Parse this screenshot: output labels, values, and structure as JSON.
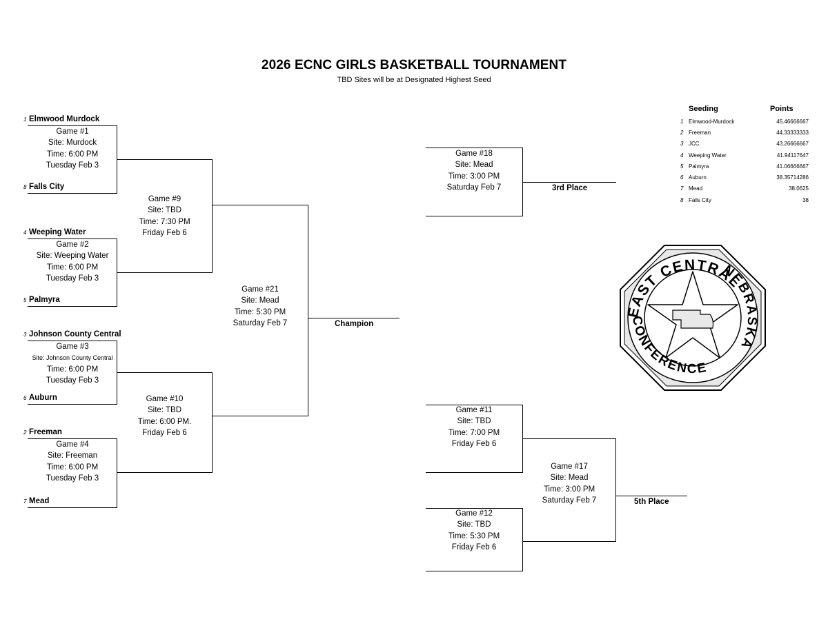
{
  "header": {
    "title": "2026 ECNC GIRLS BASKETBALL TOURNAMENT",
    "subtitle": "TBD Sites will be at Designated Highest Seed"
  },
  "teams": [
    {
      "seed": "1",
      "name": "Elmwood Murdock"
    },
    {
      "seed": "8",
      "name": "Falls City"
    },
    {
      "seed": "4",
      "name": "Weeping Water"
    },
    {
      "seed": "5",
      "name": "Palmyra"
    },
    {
      "seed": "3",
      "name": "Johnson County Central"
    },
    {
      "seed": "6",
      "name": "Auburn"
    },
    {
      "seed": "2",
      "name": "Freeman"
    },
    {
      "seed": "7",
      "name": "Mead"
    }
  ],
  "games": {
    "g1": {
      "name": "Game #1",
      "site": "Site: Murdock",
      "time": "Time: 6:00 PM",
      "day": "Tuesday Feb 3"
    },
    "g2": {
      "name": "Game #2",
      "site": "Site: Weeping Water",
      "time": "Time: 6:00 PM",
      "day": "Tuesday Feb 3"
    },
    "g3": {
      "name": "Game #3",
      "site": "Site: Johnson County Central",
      "time": "Time: 6:00 PM",
      "day": "Tuesday Feb 3"
    },
    "g4": {
      "name": "Game #4",
      "site": "Site: Freeman",
      "time": "Time: 6:00 PM",
      "day": "Tuesday Feb 3"
    },
    "g9": {
      "name": "Game #9",
      "site": "Site: TBD",
      "time": "Time: 7:30 PM",
      "day": "Friday Feb 6"
    },
    "g10": {
      "name": "Game #10",
      "site": "Site: TBD",
      "time": "Time: 6:00 PM.",
      "day": "Friday Feb 6"
    },
    "g21": {
      "name": "Game #21",
      "site": "Site: Mead",
      "time": "Time: 5:30 PM",
      "day": "Saturday Feb 7"
    },
    "g18": {
      "name": "Game #18",
      "site": "Site: Mead",
      "time": "Time: 3:00 PM",
      "day": "Saturday Feb 7"
    },
    "g11": {
      "name": "Game #11",
      "site": "Site: TBD",
      "time": "Time: 7:00 PM",
      "day": "Friday Feb 6"
    },
    "g12": {
      "name": "Game #12",
      "site": "Site: TBD",
      "time": "Time: 5:30 PM",
      "day": "Friday Feb 6"
    },
    "g17": {
      "name": "Game #17",
      "site": "Site: Mead",
      "time": "Time: 3:00 PM",
      "day": "Saturday Feb 7"
    }
  },
  "places": {
    "champion": "Champion",
    "third": "3rd Place",
    "fifth": "5th Place"
  },
  "seeding": {
    "header_seeding": "Seeding",
    "header_points": "Points",
    "rows": [
      {
        "n": "1",
        "team": "Elmwood-Murdock",
        "points": "45.46666667"
      },
      {
        "n": "2",
        "team": "Freeman",
        "points": "44.33333333"
      },
      {
        "n": "3",
        "team": "JCC",
        "points": "43.26666667"
      },
      {
        "n": "4",
        "team": "Weeping Water",
        "points": "41.94117647"
      },
      {
        "n": "5",
        "team": "Palmyra",
        "points": "41.06666667"
      },
      {
        "n": "6",
        "team": "Auburn",
        "points": "38.35714286"
      },
      {
        "n": "7",
        "team": "Mead",
        "points": "38.0625"
      },
      {
        "n": "8",
        "team": "Falls City",
        "points": "38"
      }
    ]
  },
  "logo": {
    "text_top": "EAST CENTRAL",
    "text_right": "NEBRASKA",
    "text_bottom": "CONFERENCE"
  }
}
